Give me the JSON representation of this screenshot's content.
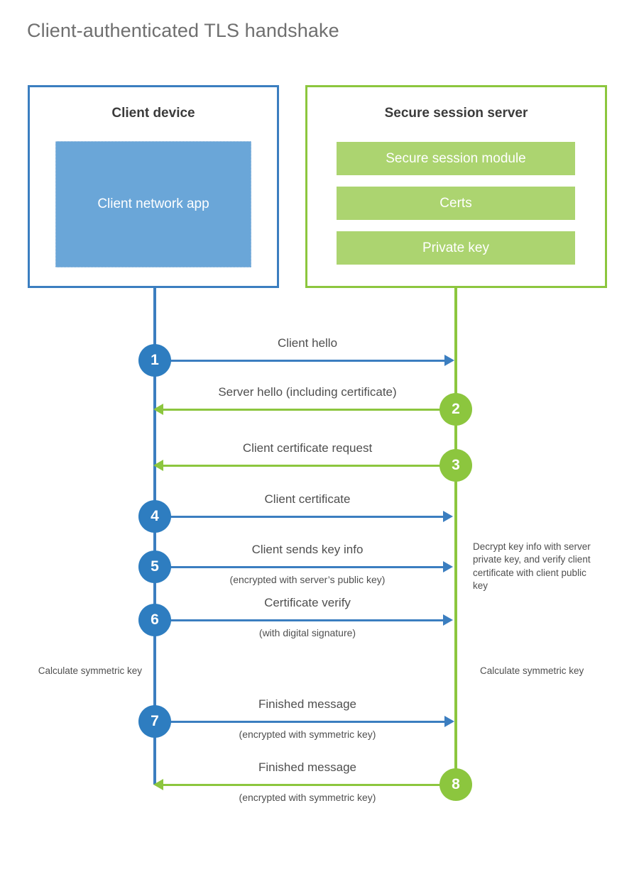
{
  "page": {
    "title": "Client-authenticated TLS handshake",
    "background": "#ffffff"
  },
  "colors": {
    "client_blue": "#3B7EC0",
    "client_app_fill": "#6AA6D8",
    "step_blue": "#2E7DC0",
    "server_green": "#8CC63E",
    "server_bar_fill": "#ACD470",
    "text_gray": "#4f4f4f",
    "title_gray": "#6f6f6f"
  },
  "client": {
    "title": "Client device",
    "app_label": "Client network app"
  },
  "server": {
    "title": "Secure session server",
    "modules": [
      {
        "label": "Secure session module"
      },
      {
        "label": "Certs"
      },
      {
        "label": "Private key"
      }
    ]
  },
  "notes": {
    "server_decrypt": "Decrypt key info with server private key, and verify client certificate with client public key",
    "calculate_client": "Calculate symmetric key",
    "calculate_server": "Calculate symmetric key"
  },
  "chart_data": {
    "type": "sequence-diagram",
    "title": "Client-authenticated TLS handshake",
    "actors": [
      "Client device",
      "Secure session server"
    ],
    "steps": [
      {
        "number": "1",
        "label": "Client hello",
        "sublabel": "",
        "direction": "client-to-server",
        "color": "#3B7EC0"
      },
      {
        "number": "2",
        "label": "Server hello (including certificate)",
        "sublabel": "",
        "direction": "server-to-client",
        "color": "#8CC63E"
      },
      {
        "number": "3",
        "label": "Client certificate request",
        "sublabel": "",
        "direction": "server-to-client",
        "color": "#8CC63E"
      },
      {
        "number": "4",
        "label": "Client certificate",
        "sublabel": "",
        "direction": "client-to-server",
        "color": "#3B7EC0"
      },
      {
        "number": "5",
        "label": "Client sends key info",
        "sublabel": "(encrypted with server’s public key)",
        "direction": "client-to-server",
        "color": "#3B7EC0"
      },
      {
        "number": "6",
        "label": "Certificate verify",
        "sublabel": "(with digital signature)",
        "direction": "client-to-server",
        "color": "#3B7EC0"
      },
      {
        "number": "7",
        "label": "Finished message",
        "sublabel": "(encrypted with symmetric key)",
        "direction": "client-to-server",
        "color": "#3B7EC0"
      },
      {
        "number": "8",
        "label": "Finished message",
        "sublabel": "(encrypted with symmetric key)",
        "direction": "server-to-client",
        "color": "#8CC63E"
      }
    ]
  }
}
